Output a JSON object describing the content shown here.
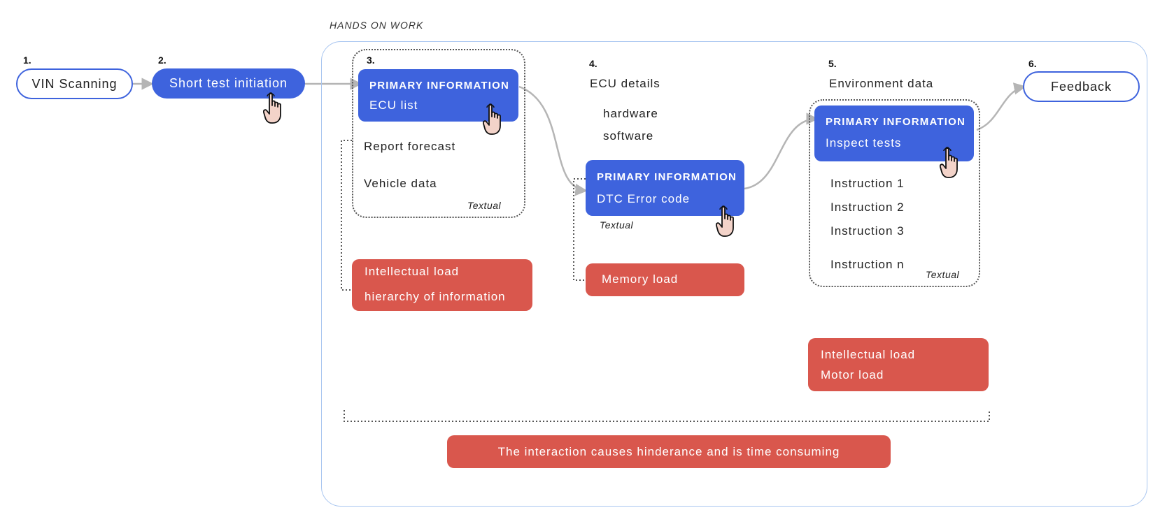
{
  "section_label": "HANDS ON WORK",
  "steps": [
    {
      "num": "1.",
      "label": "VIN Scanning"
    },
    {
      "num": "2.",
      "label": "Short test initiation"
    },
    {
      "num": "3."
    },
    {
      "num": "4.",
      "label": "ECU details"
    },
    {
      "num": "5.",
      "label": "Environment data"
    },
    {
      "num": "6.",
      "label": "Feedback"
    }
  ],
  "step3": {
    "card": {
      "heading": "PRIMARY INFORMATION",
      "sub": "ECU list"
    },
    "items": [
      "Report forecast",
      "Vehicle data"
    ],
    "note": "Textual",
    "load": [
      "Intellectual load",
      "hierarchy of information"
    ]
  },
  "step4": {
    "details": [
      "hardware",
      "software"
    ],
    "card": {
      "heading": "PRIMARY INFORMATION",
      "sub": "DTC Error code"
    },
    "note": "Textual",
    "load": [
      "Memory load"
    ]
  },
  "step5": {
    "card": {
      "heading": "PRIMARY INFORMATION",
      "sub": "Inspect tests"
    },
    "items": [
      "Instruction 1",
      "Instruction 2",
      "Instruction 3",
      "Instruction n"
    ],
    "note": "Textual",
    "load": [
      "Intellectual load",
      "Motor load"
    ]
  },
  "summary": "The interaction causes hinderance and is time consuming",
  "colors": {
    "primary_blue": "#3e63dd",
    "load_red": "#d9574d",
    "frame_blue": "#a9c6f0",
    "connector_gray": "#b5b5b5"
  },
  "icons": [
    "pointing-hand-icon"
  ]
}
